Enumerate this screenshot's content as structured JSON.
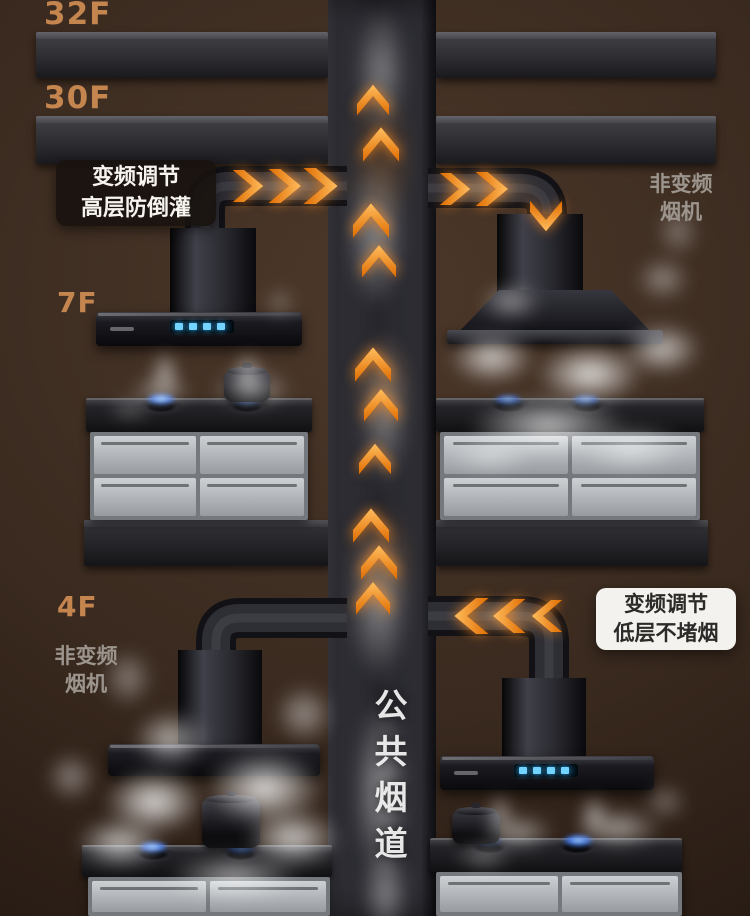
{
  "floors": {
    "f32": "32F",
    "f30": "30F",
    "f7": "7F",
    "f4": "4F"
  },
  "badges": {
    "variable_high": {
      "line1": "变频调节",
      "line2": "高层防倒灌"
    },
    "variable_low": {
      "line1": "变频调节",
      "line2": "低层不堵烟"
    }
  },
  "labels": {
    "non_variable_top": {
      "line1": "非变频",
      "line2": "烟机"
    },
    "non_variable_bottom": {
      "line1": "非变频",
      "line2": "烟机"
    },
    "shared_duct": "公共烟道"
  },
  "colors": {
    "floor_label": "#c5854f",
    "arrow_orange": "#ff9228",
    "background_brown": "#3a2a1f",
    "flame_blue": "#407dff",
    "led_cyan": "#72d4ff",
    "badge_dark_bg": "#18120e",
    "badge_light_bg": "#f4f2ee"
  }
}
